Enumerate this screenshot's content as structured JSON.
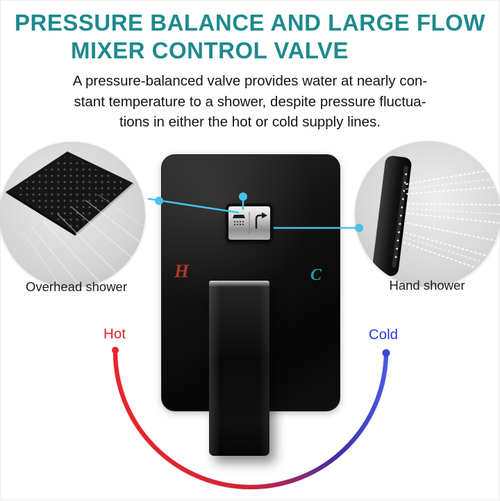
{
  "title": {
    "line1": "PRESSURE BALANCE AND LARGE FLOW",
    "line2": "MIXER CONTROL VALVE"
  },
  "description": {
    "lines": [
      "A pressure-balanced valve provides water at nearly con-",
      "stant temperature to a shower, despite pressure fluctua-",
      "tions in either the hot or cold supply lines."
    ]
  },
  "labels": {
    "overhead_shower": "Overhead shower",
    "hand_shower": "Hand shower",
    "hot": "Hot",
    "cold": "Cold"
  },
  "valve": {
    "hot_marking": "H",
    "cold_marking": "C"
  },
  "icons": {
    "diverter_left": "shower-head-icon",
    "diverter_right": "diverter-arrow-icon",
    "left_photo": "overhead-shower-photo",
    "right_photo": "hand-shower-photo"
  },
  "colors": {
    "title_teal": "#1f8a8d",
    "body_text": "#141414",
    "hot_red": "#e02227",
    "cold_blue": "#2a3cd4",
    "callout_cyan": "#49c1e9",
    "marking_h_red": "#a8382a",
    "marking_c_teal": "#1d9aa0",
    "arc_gradient_start": "#e8262b",
    "arc_gradient_end": "#4a5ae0"
  }
}
